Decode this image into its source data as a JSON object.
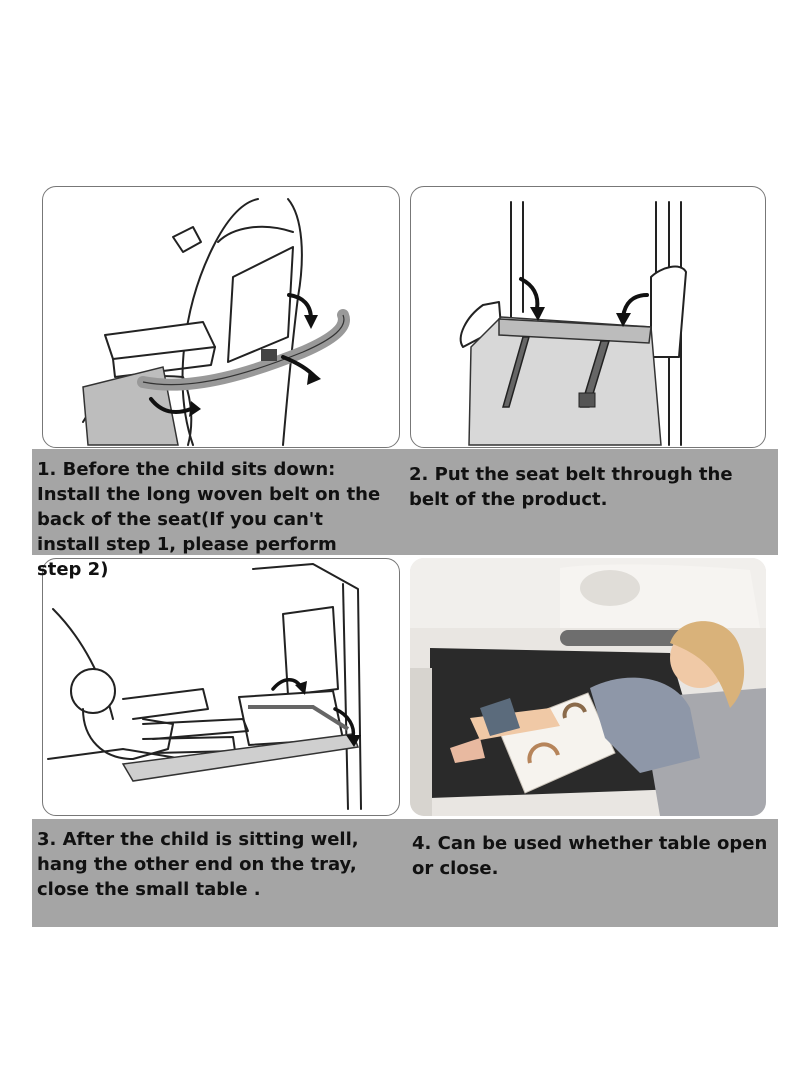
{
  "steps": [
    {
      "text": "1. Before the child sits down: Install the long woven belt on the back of the seat(If you can't install step 1, please perform step 2)"
    },
    {
      "text": "2. Put the seat belt through the belt of the product."
    },
    {
      "text": "3. After the child is sitting well, hang the other end on the tray, close the small table ."
    },
    {
      "text": "4. Can be used whether table open or close."
    }
  ],
  "colors": {
    "band": "#a5a5a5",
    "border": "#777777",
    "text": "#111111"
  }
}
